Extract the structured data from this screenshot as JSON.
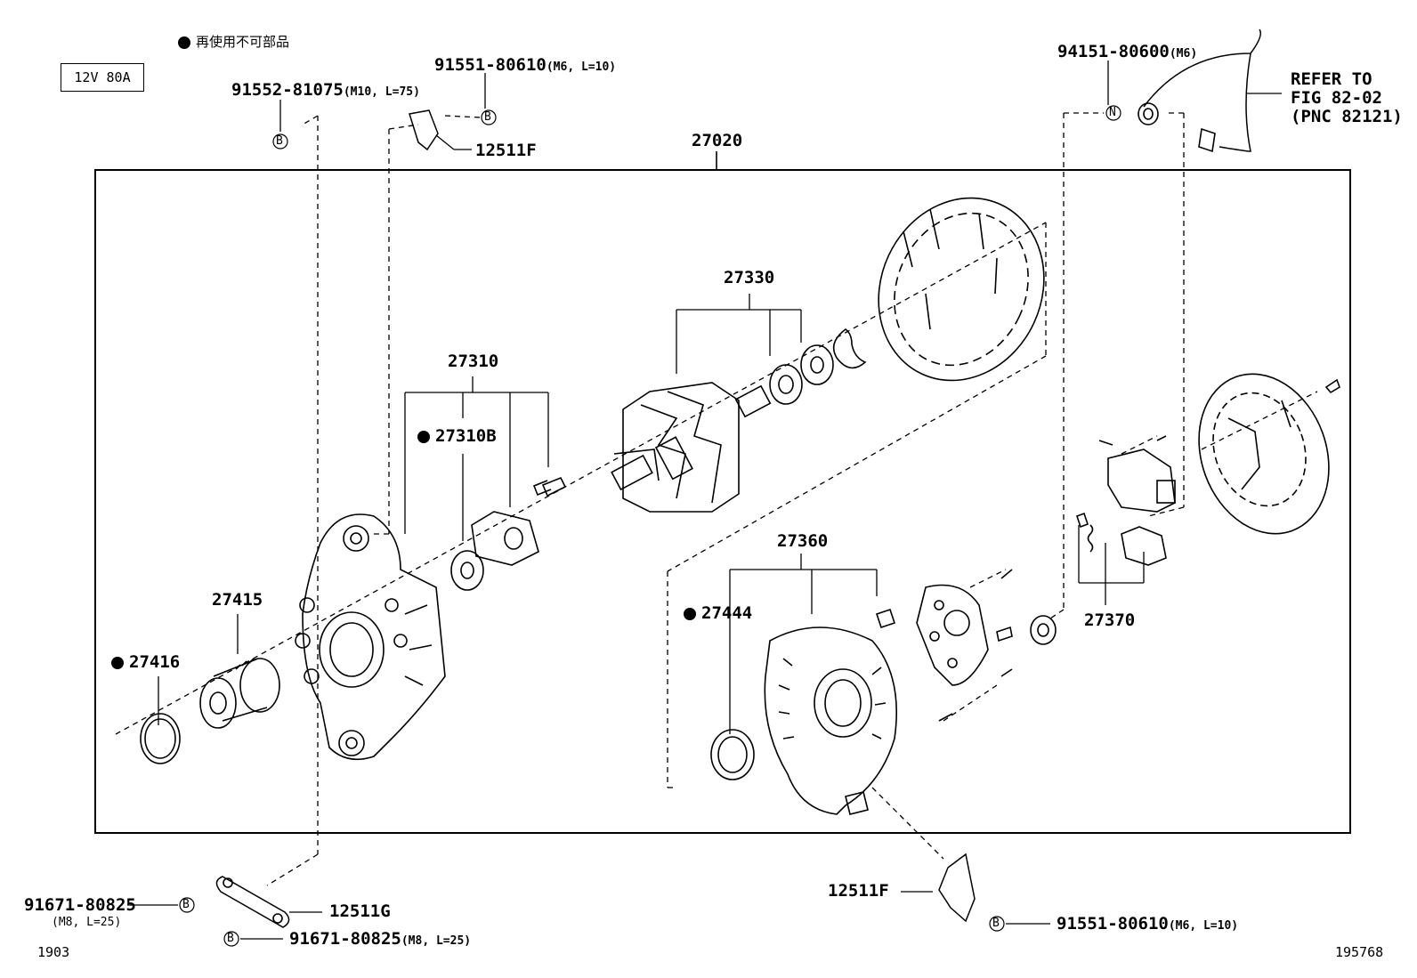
{
  "legend": {
    "marker": "●",
    "text": "再使用不可部品",
    "spec": "12V 80A"
  },
  "parts": {
    "p91552_81075": "91552-81075",
    "p91552_81075_spec": "(M10, L=75)",
    "p91551_80610_top": "91551-80610",
    "p91551_80610_top_spec": "(M6, L=10)",
    "p12511F_top": "12511F",
    "p27020": "27020",
    "p94151_80600": "94151-80600",
    "p94151_80600_spec": "(M6)",
    "refer1": "REFER TO",
    "refer2": "FIG 82-02",
    "refer3": "(PNC 82121)",
    "p27330": "27330",
    "p27310": "27310",
    "p27310B": "27310B",
    "p27360": "27360",
    "p27444": "27444",
    "p27370": "27370",
    "p27415": "27415",
    "p27416": "27416",
    "p91671_80825_l": "91671-80825",
    "p91671_80825_l_spec": "(M8, L=25)",
    "p12511G": "12511G",
    "p91671_80825_b": "91671-80825",
    "p91671_80825_b_spec": "(M8, L=25)",
    "p12511F_bottom": "12511F",
    "p91551_80610_bottom": "91551-80610",
    "p91551_80610_bottom_spec": "(M6, L=10)"
  },
  "markers": {
    "b": "B",
    "n": "N"
  },
  "footer": {
    "left": "1903",
    "right": "195768"
  }
}
